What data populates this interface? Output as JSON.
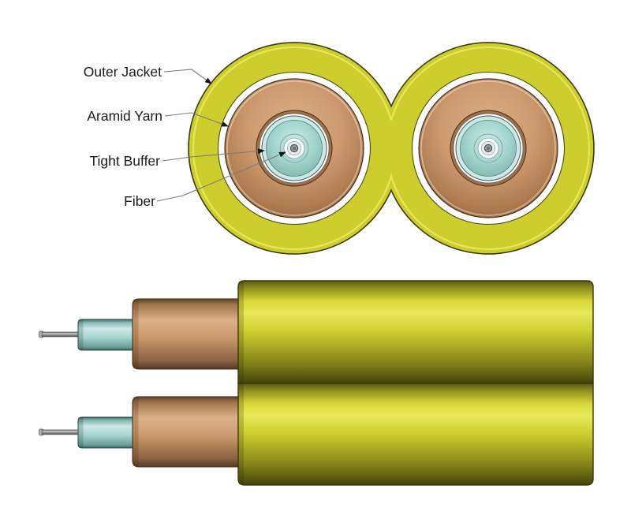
{
  "figure": {
    "labels": {
      "outer_jacket": "Outer Jacket",
      "aramid_yarn": "Aramid Yarn",
      "tight_buffer": "Tight Buffer",
      "fiber": "Fiber"
    },
    "colors": {
      "jacket": "#cdcd2e",
      "jacket_highlight": "#e9e95a",
      "aramid": "#cc9a6e",
      "aramid_light": "#dcb18a",
      "aramid_dark": "#96653c",
      "buffer": "#a5d6cf",
      "buffer_light": "#cde9e5",
      "buffer_dark": "#7fb3ab",
      "fiber_gray": "#9c9c9e",
      "label_text": "#1a1a1a",
      "leader_line": "#7a7a7a"
    }
  }
}
